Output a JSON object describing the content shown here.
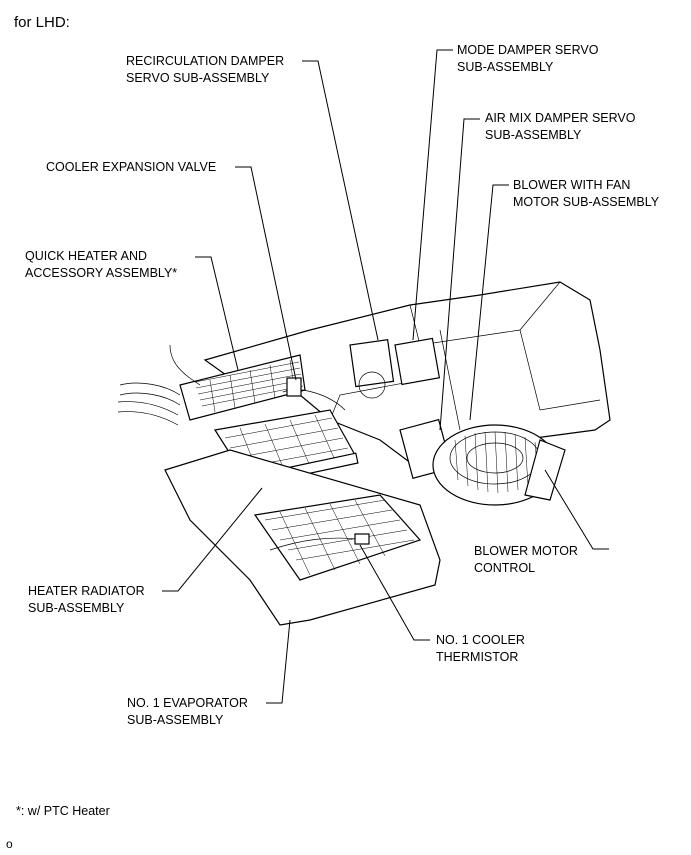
{
  "title": "for LHD:",
  "labels": {
    "recirculation": [
      "RECIRCULATION DAMPER",
      "SERVO SUB-ASSEMBLY"
    ],
    "mode_damper": [
      "MODE DAMPER SERVO",
      "SUB-ASSEMBLY"
    ],
    "air_mix": [
      "AIR MIX DAMPER SERVO",
      "SUB-ASSEMBLY"
    ],
    "expansion_valve": [
      "COOLER EXPANSION VALVE"
    ],
    "blower_fan": [
      "BLOWER WITH FAN",
      "MOTOR SUB-ASSEMBLY"
    ],
    "quick_heater": [
      "QUICK HEATER AND",
      "ACCESSORY ASSEMBLY*"
    ],
    "blower_control": [
      "BLOWER MOTOR",
      "CONTROL"
    ],
    "heater_radiator": [
      "HEATER RADIATOR",
      "SUB-ASSEMBLY"
    ],
    "cooler_thermistor": [
      "NO. 1 COOLER",
      "THERMISTOR"
    ],
    "evaporator": [
      "NO. 1 EVAPORATOR",
      "SUB-ASSEMBLY"
    ]
  },
  "footnote": "*: w/ PTC Heater",
  "corner_mark": "o"
}
